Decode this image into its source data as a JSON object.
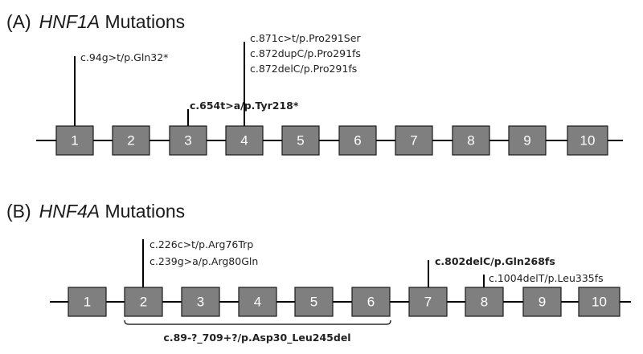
{
  "panels": [
    {
      "letter": "(A)",
      "gene": "HNF1A",
      "suffix": " Mutations",
      "exons": [
        "1",
        "2",
        "3",
        "4",
        "5",
        "6",
        "7",
        "8",
        "9",
        "10"
      ],
      "mutations": [
        {
          "exon": "1",
          "lines": [
            "c.94g>t/p.Gln32*"
          ],
          "bold": false
        },
        {
          "exon": "3",
          "lines": [
            "c.654t>a/p.Tyr218*"
          ],
          "bold": true
        },
        {
          "exon": "4",
          "lines": [
            "c.871c>t/p.Pro291Ser",
            "c.872dupC/p.Pro291fs",
            "c.872delC/p.Pro291fs"
          ],
          "bold": false
        }
      ]
    },
    {
      "letter": "(B)",
      "gene": "HNF4A",
      "suffix": " Mutations",
      "exons": [
        "1",
        "2",
        "3",
        "4",
        "5",
        "6",
        "7",
        "8",
        "9",
        "10"
      ],
      "mutations": [
        {
          "exon": "2",
          "lines": [
            "c.226c>t/p.Arg76Trp",
            "c.239g>a/p.Arg80Gln"
          ],
          "bold": false
        },
        {
          "exon": "7",
          "lines": [
            "c.802delC/p.Gln268fs"
          ],
          "bold": true
        },
        {
          "exon": "8",
          "lines": [
            "c.1004delT/p.Leu335fs"
          ],
          "bold": false
        }
      ],
      "deletion": {
        "from_exon": "2",
        "to_exon": "6",
        "label": "c.89-?_709+?/p.Asp30_Leu245del"
      }
    }
  ],
  "colors": {
    "exon_fill": "#7f7f7f",
    "exon_text": "#ffffff",
    "line": "#000000"
  }
}
